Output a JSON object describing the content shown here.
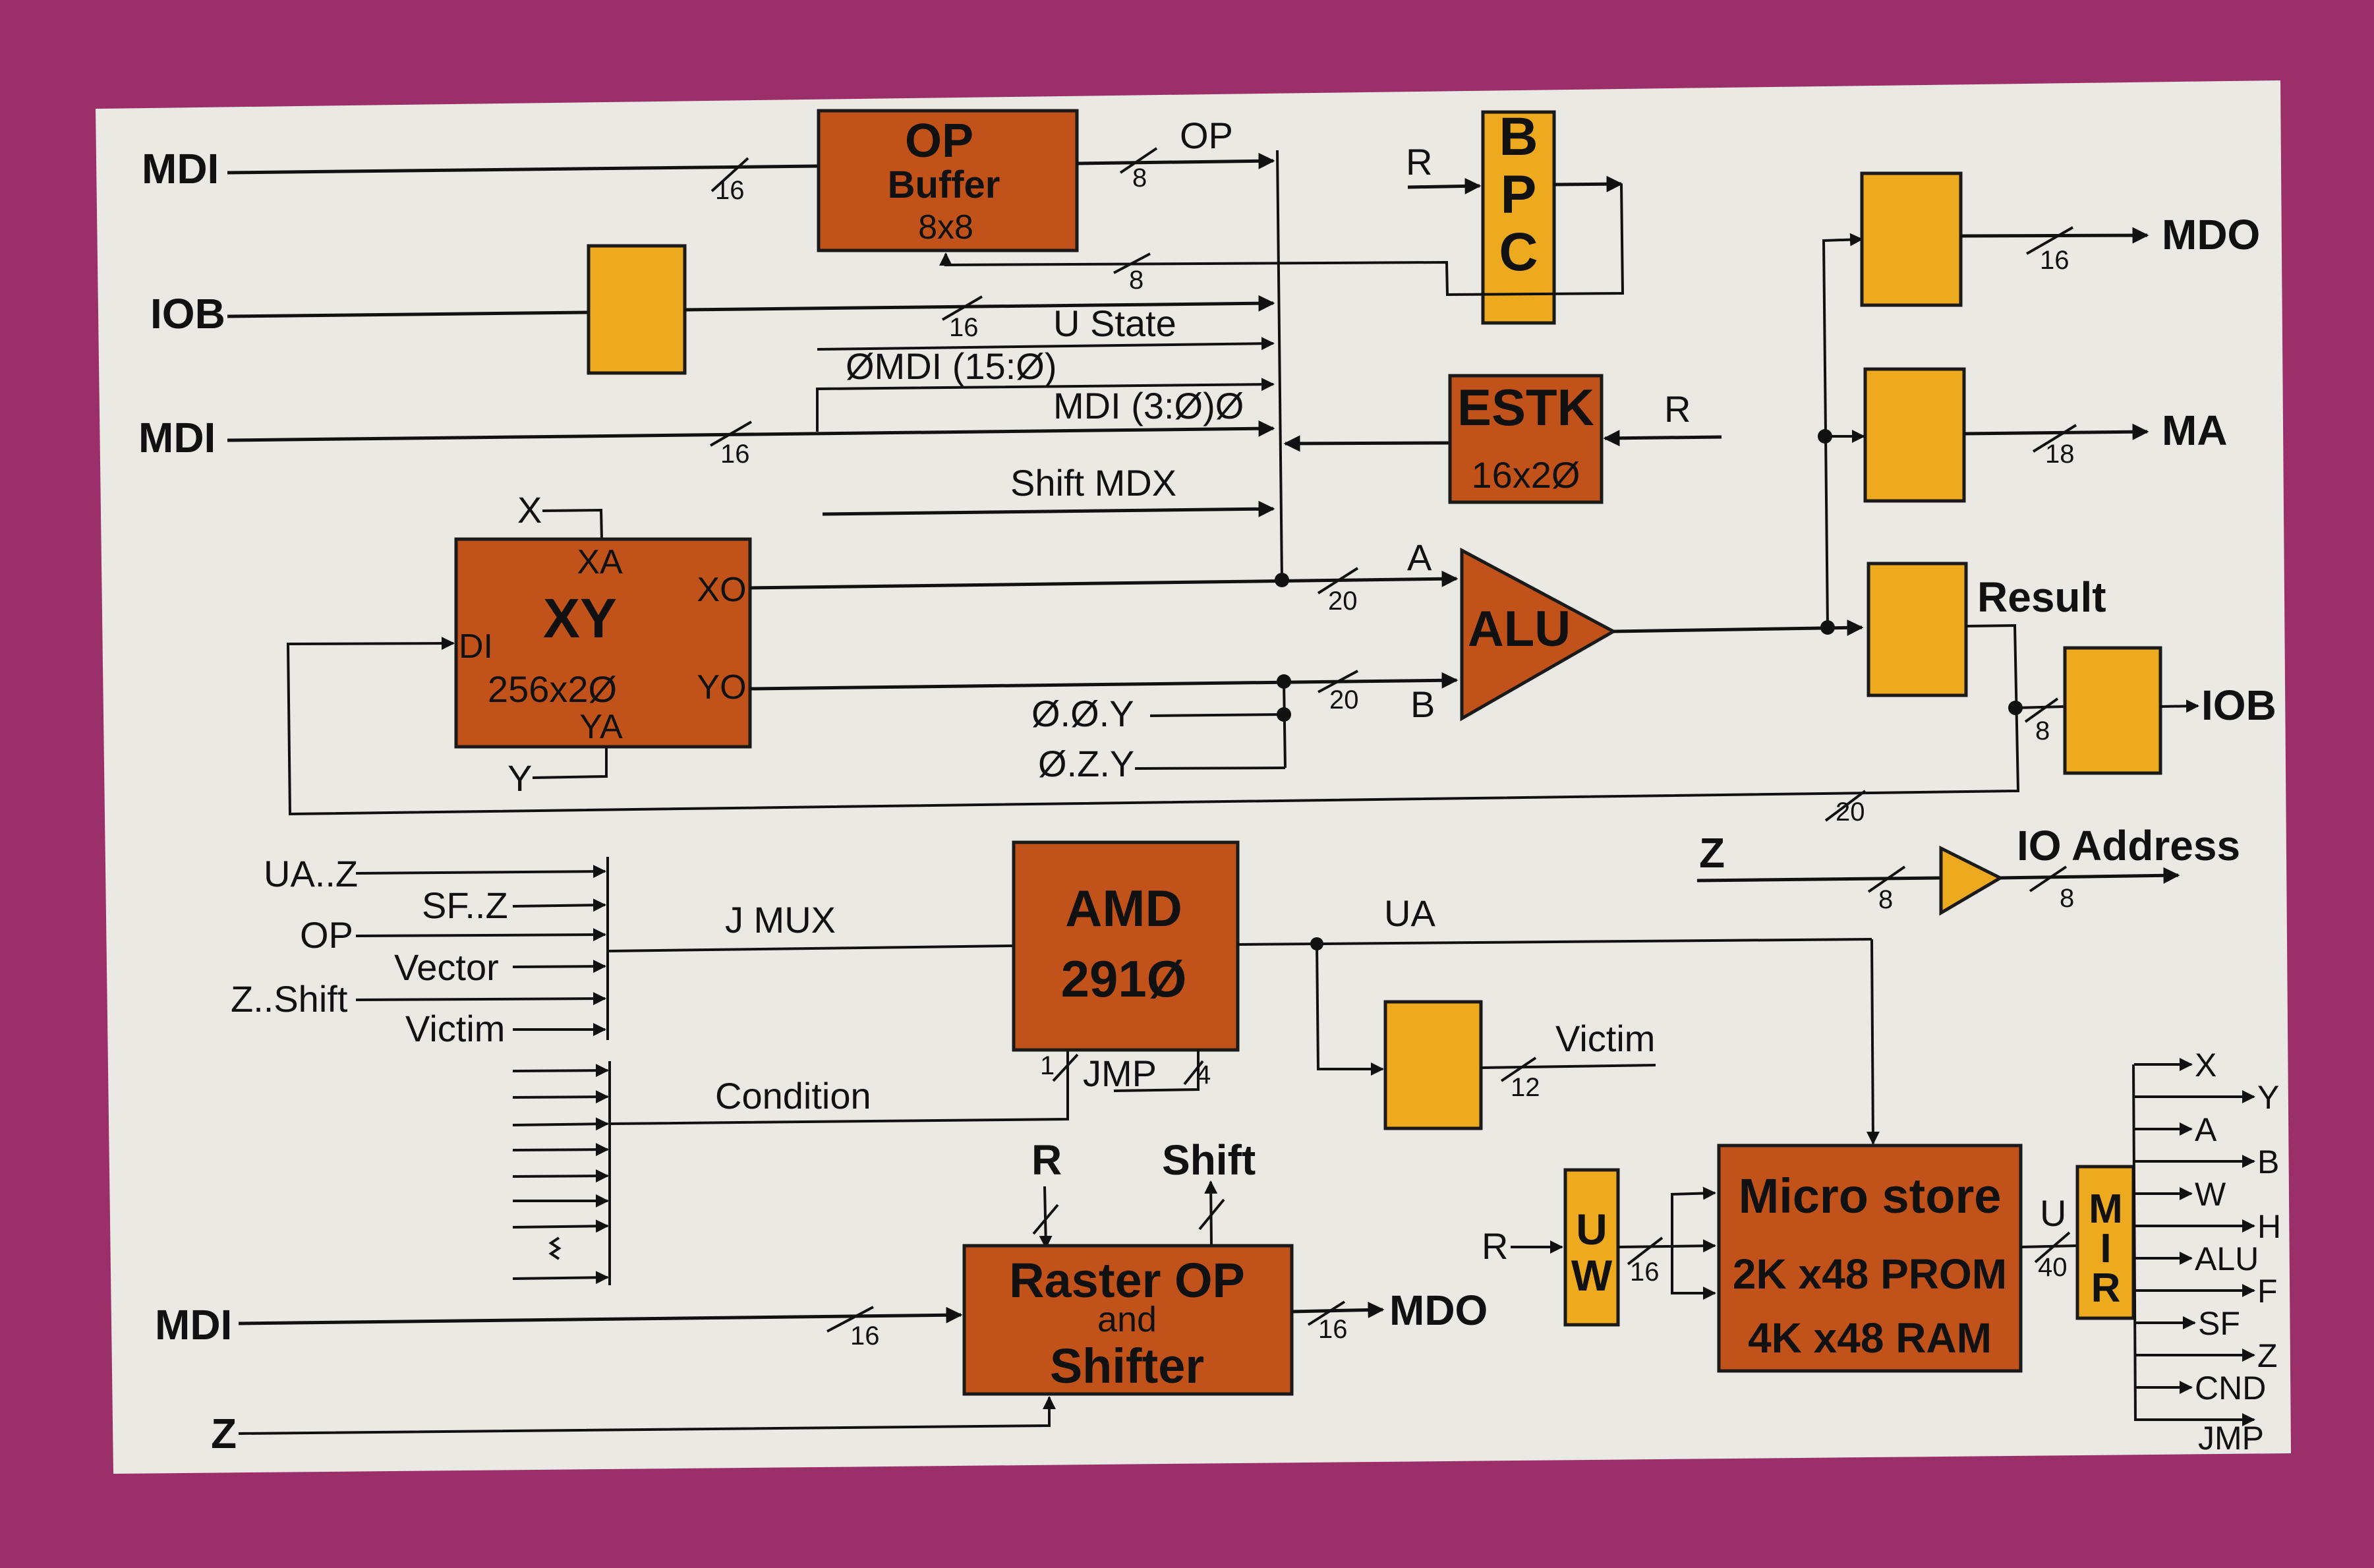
{
  "colors": {
    "background": "#9a2f6a",
    "paper": "#ebe9e4",
    "block_orange": "#c0521a",
    "block_yellow": "#eeaa1e",
    "ink": "#111111"
  },
  "left_inputs": {
    "mdi_top": "MDI",
    "iob": "IOB",
    "mdi_mid": "MDI",
    "mdi_bottom": "MDI",
    "z_bottom": "Z"
  },
  "blocks": {
    "op_buffer": {
      "line1": "OP",
      "line2": "Buffer",
      "line3": "8x8"
    },
    "bpc": {
      "letters": [
        "B",
        "P",
        "C"
      ]
    },
    "estk": {
      "line1": "ESTK",
      "line2": "16x2Ø"
    },
    "xy": {
      "title": "XY",
      "size": "256x2Ø",
      "port_xa": "XA",
      "port_xo": "XO",
      "port_di": "DI",
      "port_yo": "YO",
      "port_ya": "YA"
    },
    "alu": {
      "label": "ALU"
    },
    "amd": {
      "line1": "AMD",
      "line2": "291Ø"
    },
    "raster": {
      "line1": "Raster  OP",
      "line2": "and",
      "line3": "Shifter"
    },
    "uw": {
      "letters": [
        "U",
        "W"
      ]
    },
    "micro_store": {
      "line1": "Micro  store",
      "line2": "2K x48 PROM",
      "line3": "4K x48 RAM"
    },
    "mir": {
      "letters": [
        "M",
        "I",
        "R"
      ]
    }
  },
  "signals": {
    "op": "OP",
    "u_state": "U State",
    "omdi": "ØMDI (15:Ø)",
    "mdi_3_0": "MDI (3:Ø)Ø",
    "shift_mdx": "Shift   MDX",
    "x_in": "X",
    "y_in": "Y",
    "a": "A",
    "b": "B",
    "o_o_y": "Ø.Ø.Y",
    "o_z_y": "Ø.Z.Y",
    "r_bpc": "R",
    "r_estk": "R",
    "result": "Result",
    "mdo_top": "MDO",
    "ma": "MA",
    "iob_out": "IOB",
    "z_io": "Z",
    "io_address": "IO Address",
    "ua": "UA",
    "victim_out": "Victim",
    "j_mux": "J MUX",
    "condition": "Condition",
    "jmp": "JMP",
    "r_raster": "R",
    "shift_raster": "Shift",
    "mdo_raster": "MDO",
    "r_uw": "R",
    "u_mir": "U"
  },
  "jmux_inputs": [
    "UA..Z",
    "SF..Z",
    "OP",
    "Vector",
    "Z..Shift",
    "Victim"
  ],
  "mir_outputs": [
    "X",
    "Y",
    "A",
    "B",
    "W",
    "H",
    "ALU",
    "F",
    "SF",
    "Z",
    "CND",
    "JMP"
  ],
  "bus_widths": {
    "mdi_top": "16",
    "op_out": "8",
    "bpc_fb": "8",
    "iob": "16",
    "mdi_mid": "16",
    "alu_a": "20",
    "alu_b": "20",
    "result_fb": "20",
    "mdo_top": "16",
    "ma": "18",
    "iob_out": "8",
    "io_in": "8",
    "io_out": "8",
    "victim": "12",
    "jmp_left": "1",
    "jmp_right": "4",
    "mdi_bottom": "16",
    "raster_out": "16",
    "uw_out": "16",
    "mir_in": "40"
  }
}
